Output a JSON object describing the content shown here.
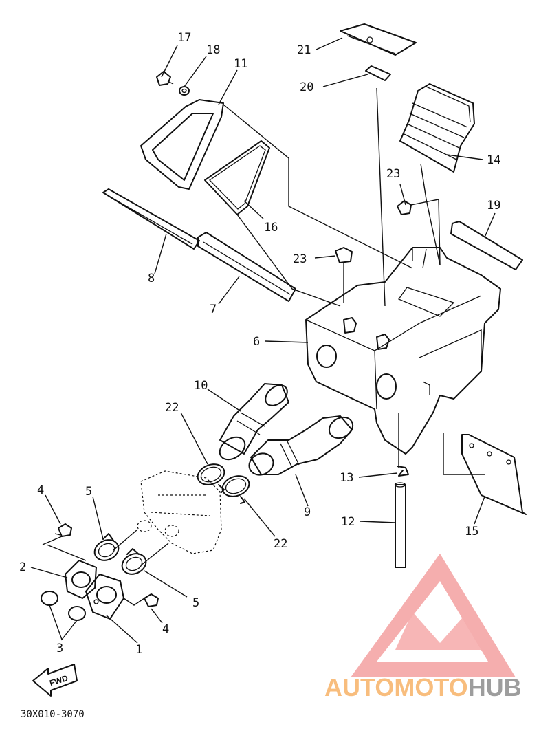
{
  "diagram": {
    "callouts": [
      {
        "id": "c1",
        "label": "1"
      },
      {
        "id": "c2",
        "label": "2"
      },
      {
        "id": "c3",
        "label": "3"
      },
      {
        "id": "c4a",
        "label": "4"
      },
      {
        "id": "c4b",
        "label": "4"
      },
      {
        "id": "c5a",
        "label": "5"
      },
      {
        "id": "c5b",
        "label": "5"
      },
      {
        "id": "c6",
        "label": "6"
      },
      {
        "id": "c7",
        "label": "7"
      },
      {
        "id": "c8",
        "label": "8"
      },
      {
        "id": "c9",
        "label": "9"
      },
      {
        "id": "c10",
        "label": "10"
      },
      {
        "id": "c11",
        "label": "11"
      },
      {
        "id": "c12",
        "label": "12"
      },
      {
        "id": "c13",
        "label": "13"
      },
      {
        "id": "c14",
        "label": "14"
      },
      {
        "id": "c15",
        "label": "15"
      },
      {
        "id": "c16",
        "label": "16"
      },
      {
        "id": "c17",
        "label": "17"
      },
      {
        "id": "c18",
        "label": "18"
      },
      {
        "id": "c19",
        "label": "19"
      },
      {
        "id": "c20",
        "label": "20"
      },
      {
        "id": "c21",
        "label": "21"
      },
      {
        "id": "c22a",
        "label": "22"
      },
      {
        "id": "c22b",
        "label": "22"
      },
      {
        "id": "c23a",
        "label": "23"
      },
      {
        "id": "c23b",
        "label": "23"
      }
    ],
    "fwd_label": "FWD",
    "drawing_code": "30X010-3070"
  },
  "watermark": {
    "text_auto": "AUTO",
    "text_moto": "MOTO",
    "text_hub": "HUB",
    "color_red": "#f25c5c",
    "color_orange": "#f7b267",
    "color_gray": "#8c8c8c"
  }
}
